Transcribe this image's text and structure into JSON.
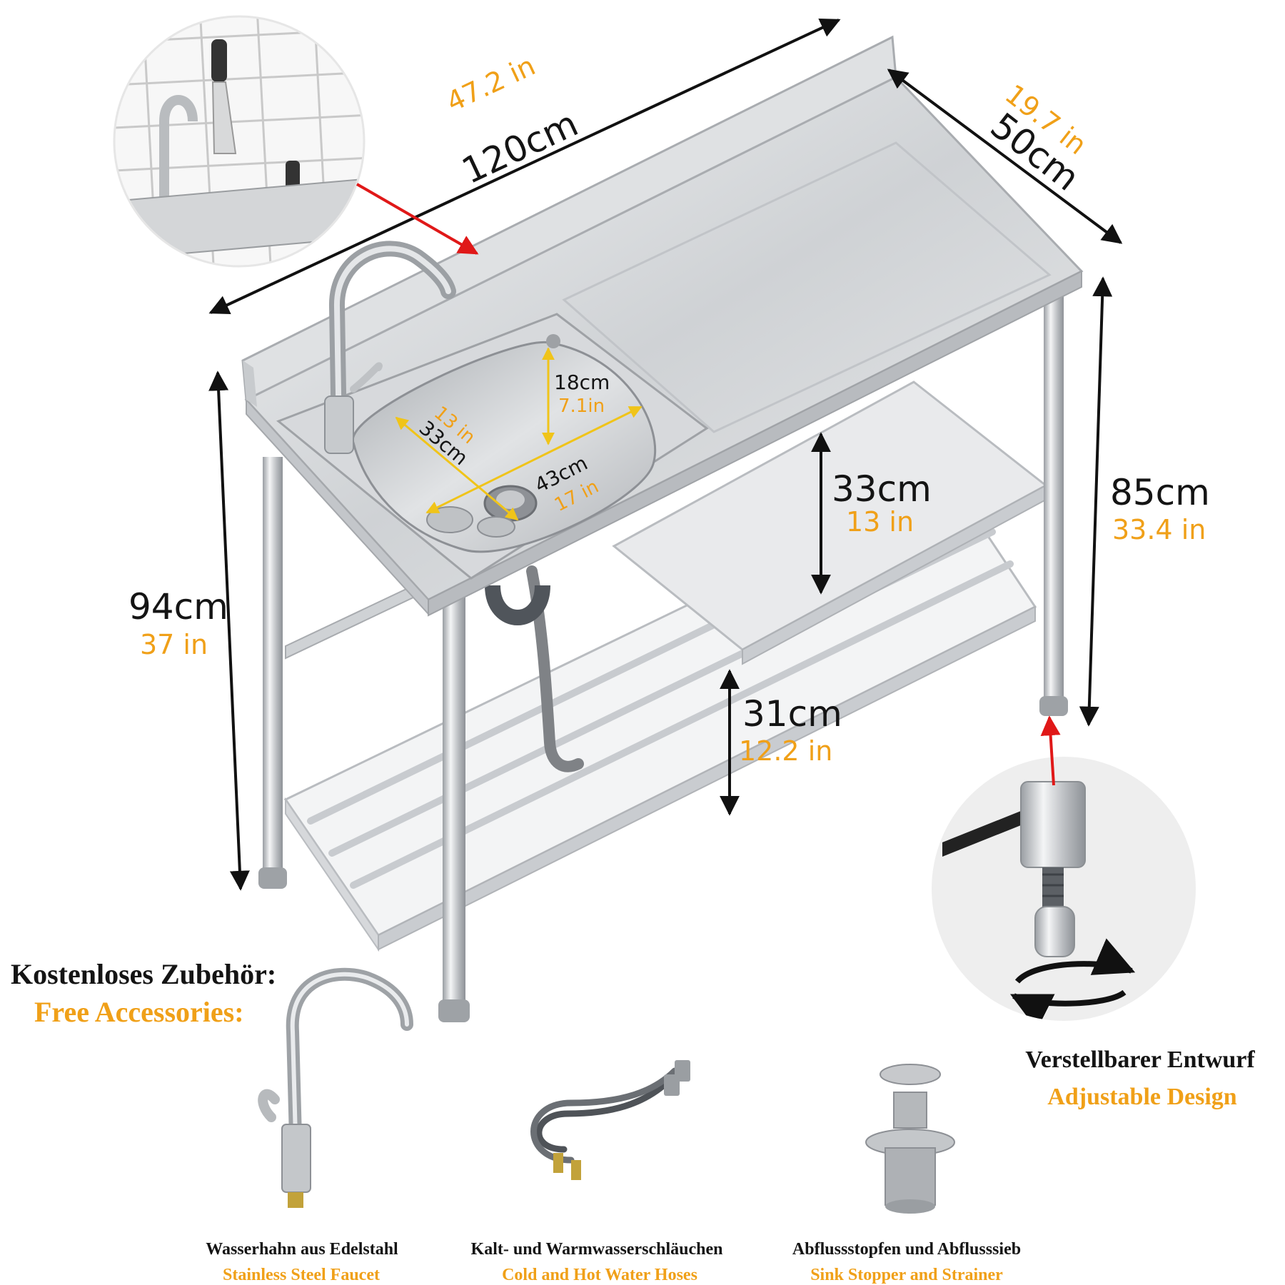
{
  "dimensions": {
    "length": {
      "cm": "120cm",
      "in": "47.2 in"
    },
    "depth": {
      "cm": "50cm",
      "in": "19.7 in"
    },
    "total_height": {
      "cm": "94cm",
      "in": "37 in"
    },
    "counter_height": {
      "cm": "85cm",
      "in": "33.4 in"
    },
    "shelf_gap_upper": {
      "cm": "33cm",
      "in": "13 in"
    },
    "shelf_gap_lower": {
      "cm": "31cm",
      "in": "12.2 in"
    }
  },
  "sink_bowl": {
    "depth": {
      "cm": "18cm",
      "in": "7.1in"
    },
    "width": {
      "cm": "33cm",
      "in": "13 in"
    },
    "length": {
      "cm": "43cm",
      "in": "17 in"
    }
  },
  "adjustable": {
    "title_de": "Verstellbarer Entwurf",
    "title_en": "Adjustable Design"
  },
  "accessories": {
    "heading_de": "Kostenloses Zubehör:",
    "heading_en": "Free Accessories:",
    "items": [
      {
        "label_de": "Wasserhahn aus Edelstahl",
        "label_en": "Stainless Steel Faucet",
        "icon": "faucet-icon"
      },
      {
        "label_de": "Kalt- und Warmwasserschläuchen",
        "label_en": "Cold and Hot Water Hoses",
        "icon": "hoses-icon"
      },
      {
        "label_de": "Abflussstopfen und Abflusssieb",
        "label_en": "Sink Stopper and Strainer",
        "icon": "strainer-icon"
      }
    ]
  },
  "colors": {
    "accent_orange": "#f0a018",
    "text_dark": "#141414",
    "pointer_red": "#e01818",
    "steel": "#c9ccd0"
  }
}
